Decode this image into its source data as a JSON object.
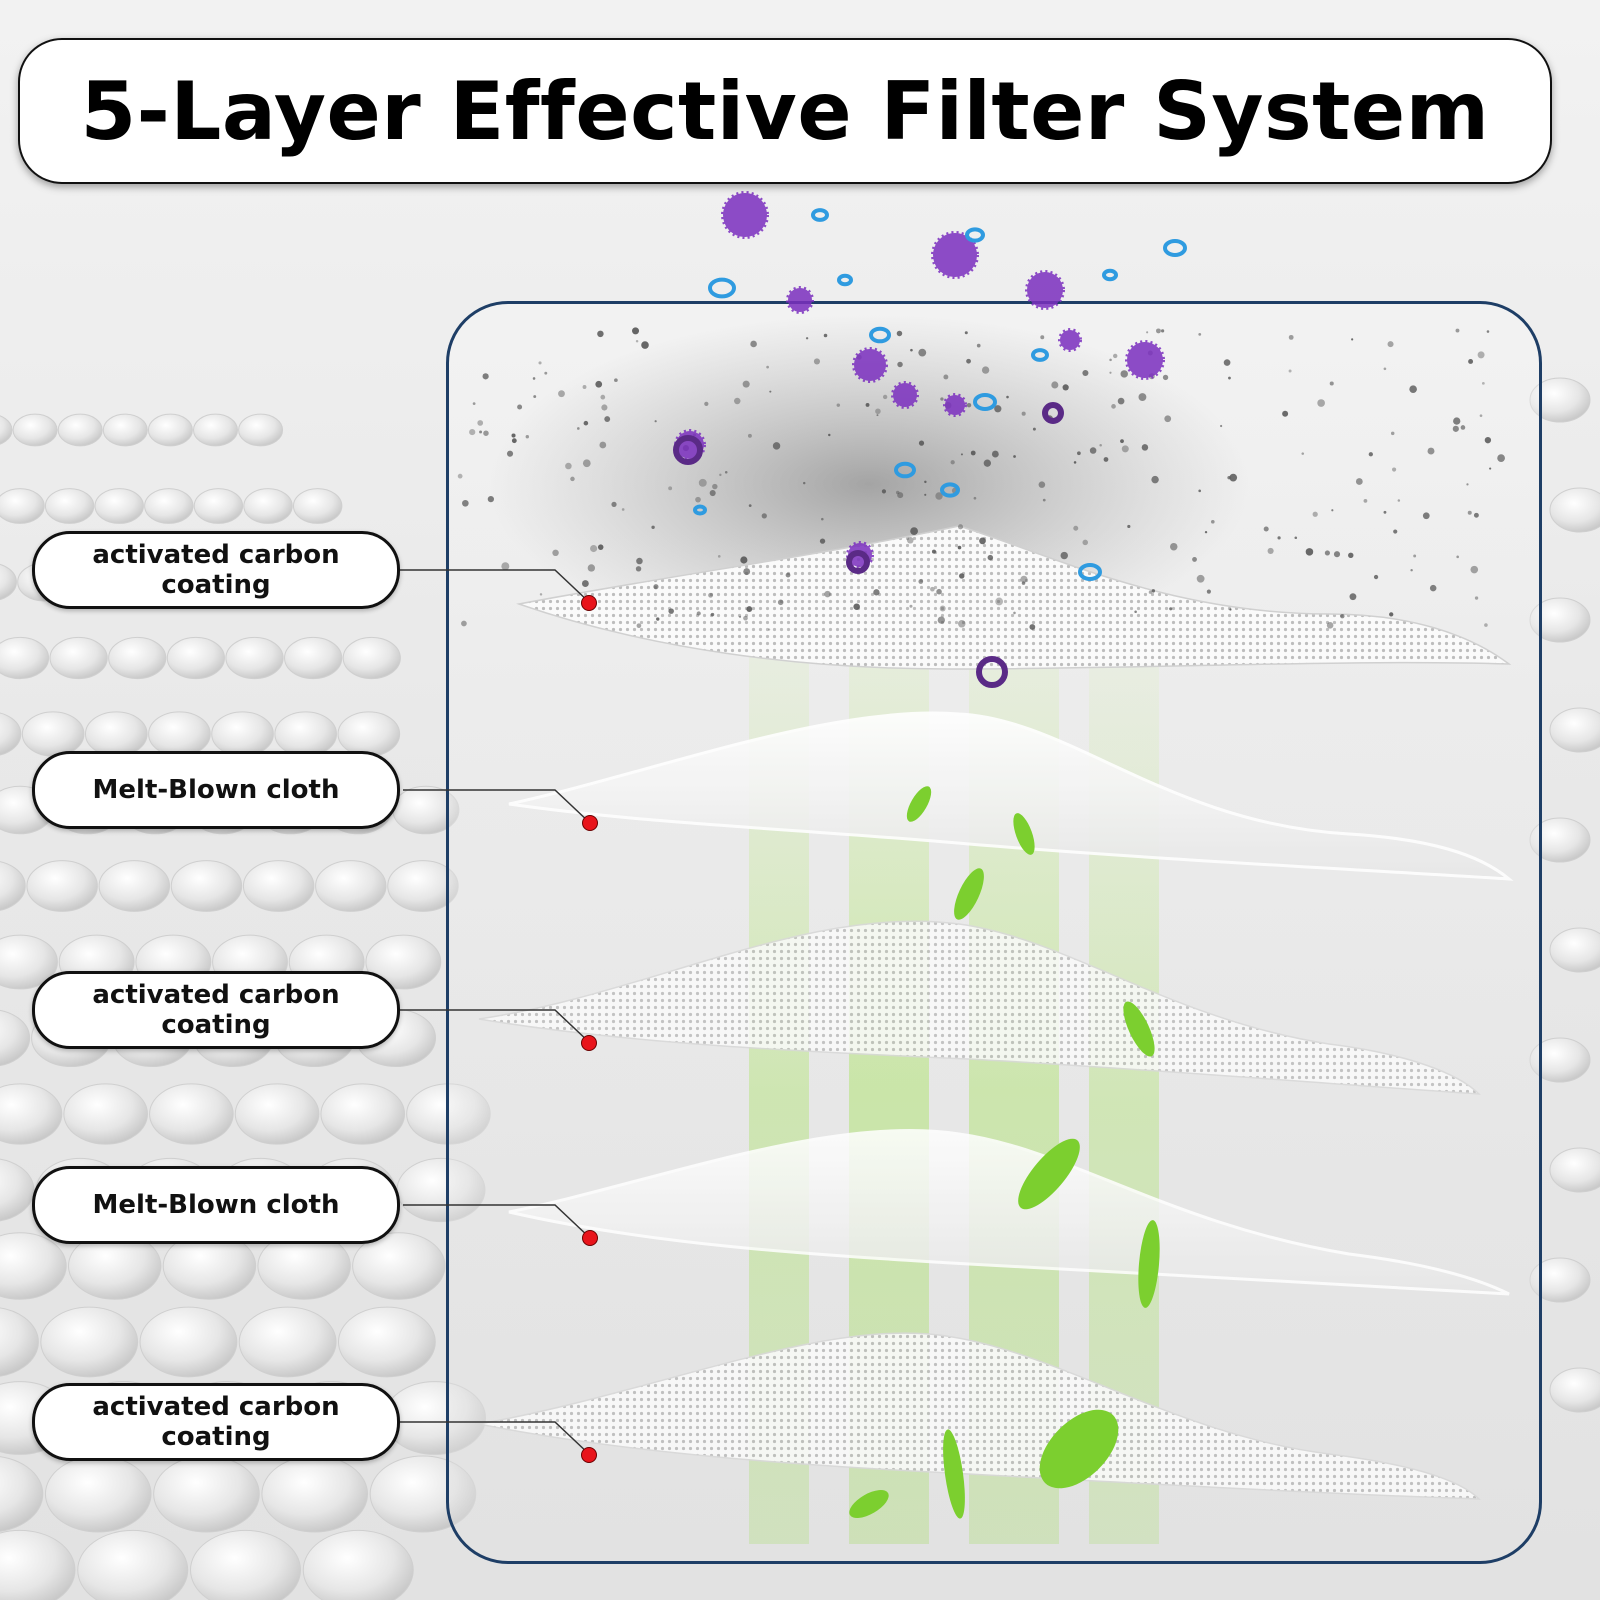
{
  "title": "5-Layer Effective Filter System",
  "layers": [
    {
      "label": "activated carbon coating"
    },
    {
      "label": "Melt-Blown cloth"
    },
    {
      "label": "activated carbon coating"
    },
    {
      "label": "Melt-Blown cloth"
    },
    {
      "label": "activated carbon coating"
    }
  ],
  "colors": {
    "panel_border": "#1e3e66",
    "marker": "#e8141b",
    "dust": "#555555",
    "virus": "#7b2fbf",
    "bacteria": "#2f9be0",
    "clean_air": "#8fdc3a"
  }
}
